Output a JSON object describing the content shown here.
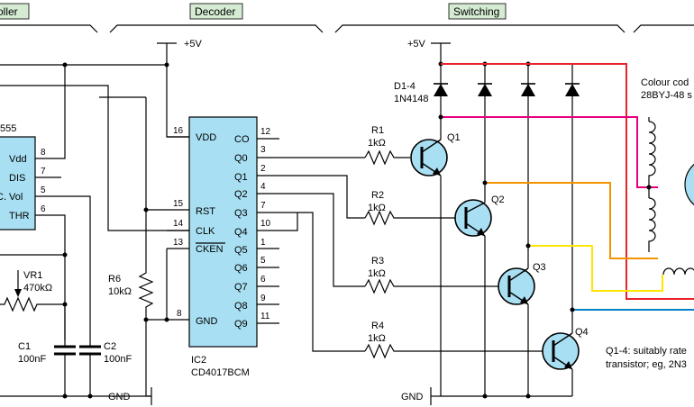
{
  "sections": {
    "controller": "oller",
    "decoder": "Decoder",
    "switching": "Switching"
  },
  "supply": {
    "vplus_1": "+5V",
    "vplus_2": "+5V",
    "gnd_1": "GND",
    "gnd_2": "GND"
  },
  "ic555": {
    "name": "555",
    "pins": [
      {
        "num": "8",
        "label": "Vdd"
      },
      {
        "num": "7",
        "label": "DIS"
      },
      {
        "num": "5",
        "label": "C. Vol"
      },
      {
        "num": "6",
        "label": "THR"
      }
    ]
  },
  "vr1": {
    "ref": "VR1",
    "value": "470kΩ"
  },
  "c1": {
    "ref": "C1",
    "value": "100nF"
  },
  "c2": {
    "ref": "C2",
    "value": "100nF"
  },
  "r6": {
    "ref": "R6",
    "value": "10kΩ"
  },
  "ic2": {
    "ref": "IC2",
    "part": "CD4017BCM",
    "left_pins": [
      {
        "num": "16",
        "label": "VDD"
      },
      {
        "num": "15",
        "label": "RST"
      },
      {
        "num": "14",
        "label": "CLK"
      },
      {
        "num": "13",
        "label": "CKEN"
      },
      {
        "num": "8",
        "label": "GND"
      }
    ],
    "right_pins": [
      {
        "num": "12",
        "label": "CO"
      },
      {
        "num": "3",
        "label": "Q0"
      },
      {
        "num": "2",
        "label": "Q1"
      },
      {
        "num": "4",
        "label": "Q2"
      },
      {
        "num": "7",
        "label": "Q3"
      },
      {
        "num": "10",
        "label": "Q4"
      },
      {
        "num": "1",
        "label": "Q5"
      },
      {
        "num": "5",
        "label": "Q6"
      },
      {
        "num": "6",
        "label": "Q7"
      },
      {
        "num": "9",
        "label": "Q8"
      },
      {
        "num": "11",
        "label": "Q9"
      }
    ]
  },
  "diodes": {
    "ref": "D1-4",
    "part": "1N4148"
  },
  "resistors": [
    {
      "ref": "R1",
      "value": "1kΩ"
    },
    {
      "ref": "R2",
      "value": "1kΩ"
    },
    {
      "ref": "R3",
      "value": "1kΩ"
    },
    {
      "ref": "R4",
      "value": "1kΩ"
    }
  ],
  "transistors": [
    "Q1",
    "Q2",
    "Q3",
    "Q4"
  ],
  "motor": {
    "line1": "Colour cod",
    "line2": "28BYJ-48 s"
  },
  "note": {
    "line1": "Q1-4: suitably rate",
    "line2": "transistor; eg, 2N3"
  },
  "colors": {
    "wire": "#000000",
    "red": "#e8232a",
    "pink": "#e5007d",
    "orange": "#f39200",
    "yellow": "#ffe600",
    "blue": "#0080c8",
    "component_fill": "#a8dff2",
    "section_tag_fill": "#d5ecd3"
  }
}
